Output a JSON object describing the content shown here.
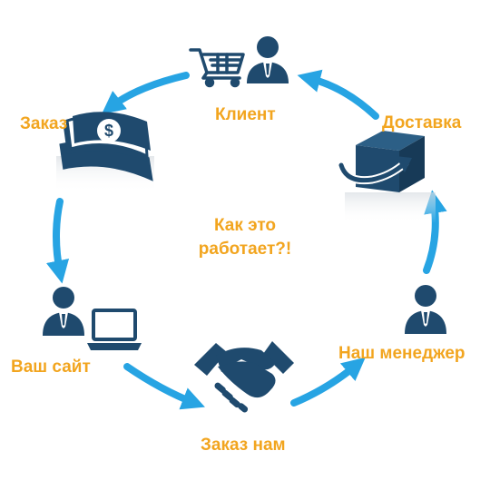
{
  "center": {
    "line1": "Как это",
    "line2": "работает?!"
  },
  "steps": {
    "client": "Клиент",
    "delivery": "Доставка",
    "order": "Заказ",
    "website": "Ваш сайт",
    "manager": "Наш менеджер",
    "order_us": "Заказ нам"
  },
  "icons": {
    "client": [
      "shopping-cart-icon",
      "person-icon"
    ],
    "order": "money-icon",
    "delivery": "box-arrow-icon",
    "website": [
      "person-icon",
      "laptop-icon"
    ],
    "manager": "person-icon",
    "order_us": "handshake-icon"
  },
  "colors": {
    "icon": "#1f4a6e",
    "arrow": "#27a4e3",
    "label": "#f2a51f"
  }
}
